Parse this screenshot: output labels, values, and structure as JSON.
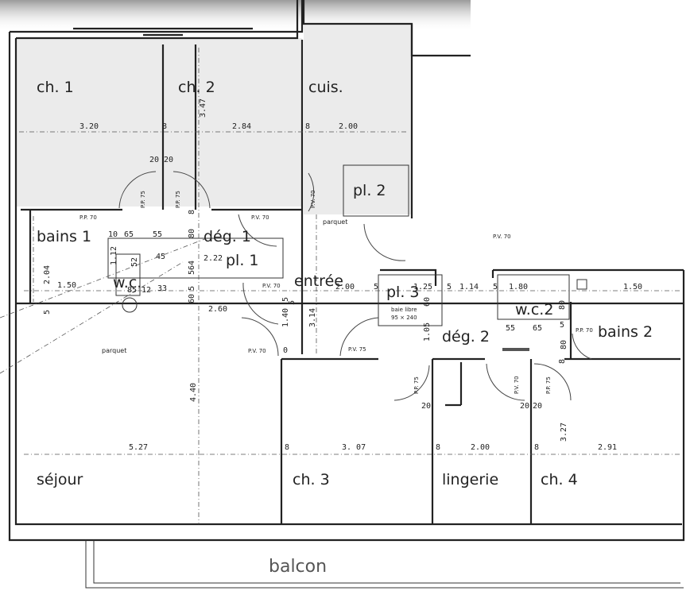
{
  "rooms": {
    "ch1": "ch. 1",
    "ch2": "ch. 2",
    "cuis": "cuis.",
    "pl2": "pl. 2",
    "bains1": "bains 1",
    "deg1": "dég. 1",
    "pl1": "pl. 1",
    "wc1": "w.c.",
    "entree": "entrée",
    "pl3": "pl. 3",
    "wc2": "w.c.2",
    "bains2": "bains 2",
    "deg2": "dég. 2",
    "sejour": "séjour",
    "ch3": "ch. 3",
    "lingerie": "lingerie",
    "ch4": "ch. 4",
    "balcon": "balcon"
  },
  "floor": {
    "parquet_top": "parquet",
    "parquet_left": "parquet"
  },
  "notes": {
    "baie_libre_1": "baie libre",
    "baie_libre_2": "95 × 240"
  },
  "doors": {
    "pp70_a": "P.P. 70",
    "pp75_a": "P.P. 75",
    "pp75_b": "P.P. 75",
    "pv70_a": "P.V. 70",
    "pv70_b": "P.V. 70",
    "pv70_c": "P.V. 70",
    "pv70_d": "P.V. 70",
    "pv70_e": "P.V. 70",
    "pv75_a": "P.V. 75",
    "pp75_c": "P.P. 75",
    "pv70_f": "P.V. 70",
    "pp75_d": "P.P. 75",
    "pp70_b": "P.P. 70"
  },
  "dims": {
    "d320": "3.20",
    "d8a": "8",
    "d284": "2.84",
    "d8b": "8",
    "d200a": "2.00",
    "d347": "3.47",
    "d20a": "20",
    "d20b": "20",
    "d8c": "8",
    "d80": "80",
    "d10": "10",
    "d65": "65",
    "d55a": "55",
    "d52": "52",
    "d45": "45",
    "d112": "1.12",
    "d222": "2.22",
    "d204": "2.04",
    "d150a": "1.50",
    "d85": "85",
    "d12": "12",
    "d33": "33",
    "d5a": "5",
    "d64": "64",
    "d5b": "5",
    "d60a": "60",
    "d5c": "5",
    "d260": "2.60",
    "d200b": "2.00",
    "d5d": "5",
    "d125": "1.25",
    "d5e": "5",
    "d114": "1.14",
    "d5f": "5",
    "d180": "1.80",
    "d150b": "1.50",
    "d60b": "60",
    "d105": "1.05",
    "d55b": "55",
    "d65b": "65",
    "d5g": "5",
    "d80b": "80",
    "d80c": "80",
    "d140": "1.40",
    "d314": "3.14",
    "d0": "0",
    "d440": "4.40",
    "d527": "5.27",
    "d8d": "8",
    "d307": "3. 07",
    "d8e": "8",
    "d200c": "2.00",
    "d8f": "8",
    "d291": "2.91",
    "d327": "3.27",
    "d20c": "20",
    "d20d": "20",
    "d20e": "20",
    "d5h": "5",
    "d8g": "8",
    "d5i": "5"
  }
}
